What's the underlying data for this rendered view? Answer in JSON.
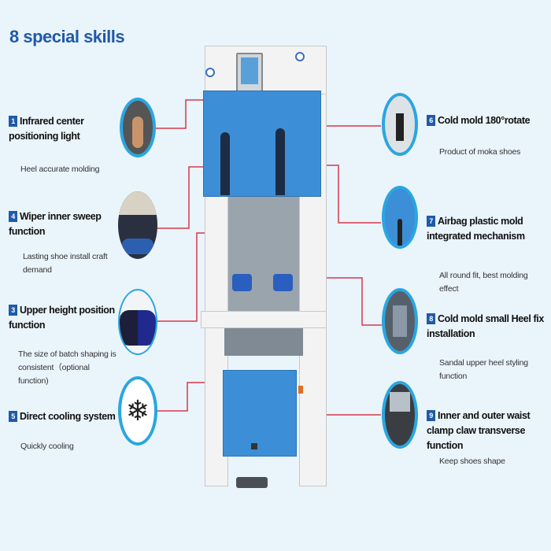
{
  "title": "8 special skills",
  "colors": {
    "accent": "#1f5aa8",
    "ring": "#2aa6e0",
    "machine_blue": "#3c8fd6",
    "leader_line": "#d8384a"
  },
  "left_features": [
    {
      "num": "1",
      "title": "Infrared center positioning light",
      "desc": "Heel accurate molding",
      "icon": "infrared-light-photo"
    },
    {
      "num": "4",
      "title": "Wiper inner sweep function",
      "desc": "Lasting shoe install craft demand",
      "icon": "wiper-photo"
    },
    {
      "num": "3",
      "title": "Upper height position function",
      "desc": "The size of batch shaping is consistent（optional function)",
      "icon": "shoe-upper-photo"
    },
    {
      "num": "5",
      "title": "Direct cooling system",
      "desc": "Quickly cooling",
      "icon": "snowflake-icon"
    }
  ],
  "right_features": [
    {
      "num": "6",
      "title": "Cold mold 180°rotate",
      "desc": "Product of moka shoes",
      "icon": "cold-mold-photo"
    },
    {
      "num": "7",
      "title": "Airbag plastic mold integrated mechanism",
      "desc": "All round fit, best molding effect",
      "icon": "airbag-mold-photo"
    },
    {
      "num": "8",
      "title": "Cold mold small Heel fix installation",
      "desc": "Sandal upper heel styling function",
      "icon": "heel-fix-photo"
    },
    {
      "num": "9",
      "title": "Inner and outer waist clamp claw transverse function",
      "desc": "Keep shoes shape",
      "icon": "waist-clamp-photo"
    }
  ]
}
